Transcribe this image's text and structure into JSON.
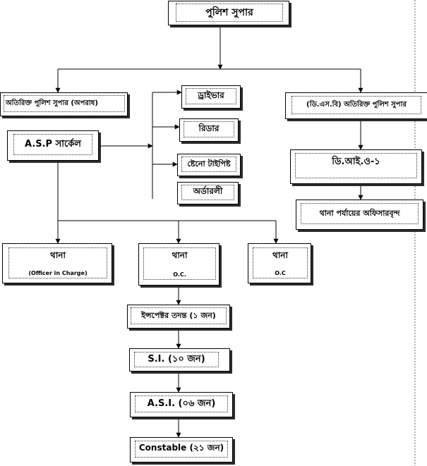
{
  "chart": {
    "top": "পুলিশ সুপার",
    "addl_sp_crime": "অতিরিক্ত পুলিশ সুপার (অপরাধ)",
    "addl_sp_dsb": "(ডি.এস.বি) অতিরিক্ত পুলিশ সুপার",
    "asp_circle": "A.S.P সার্কেল",
    "driver": "ড্রাইভার",
    "reader": "রিডার",
    "steno": "ষ্টেনো টাইপিষ্ট",
    "orderly": "অর্ডারলী",
    "di1": "ডি.আই.ও-১",
    "thana_level": "থানা পর্যায়ের অফিসারবৃন্দ",
    "thana1_title": "থানা",
    "thana1_sub": "(Officer in Charge)",
    "thana2_title": "থানা",
    "thana2_sub": "O.C.",
    "thana3_title": "থানা",
    "thana3_sub": "O.C",
    "inspector": "ইন্সপেক্টর তদন্ত (১ জন)",
    "si": "S.I. (১০ জন)",
    "asi": "A.S.I. (০৬ জন)",
    "constable": "Constable (২১ জন)"
  }
}
